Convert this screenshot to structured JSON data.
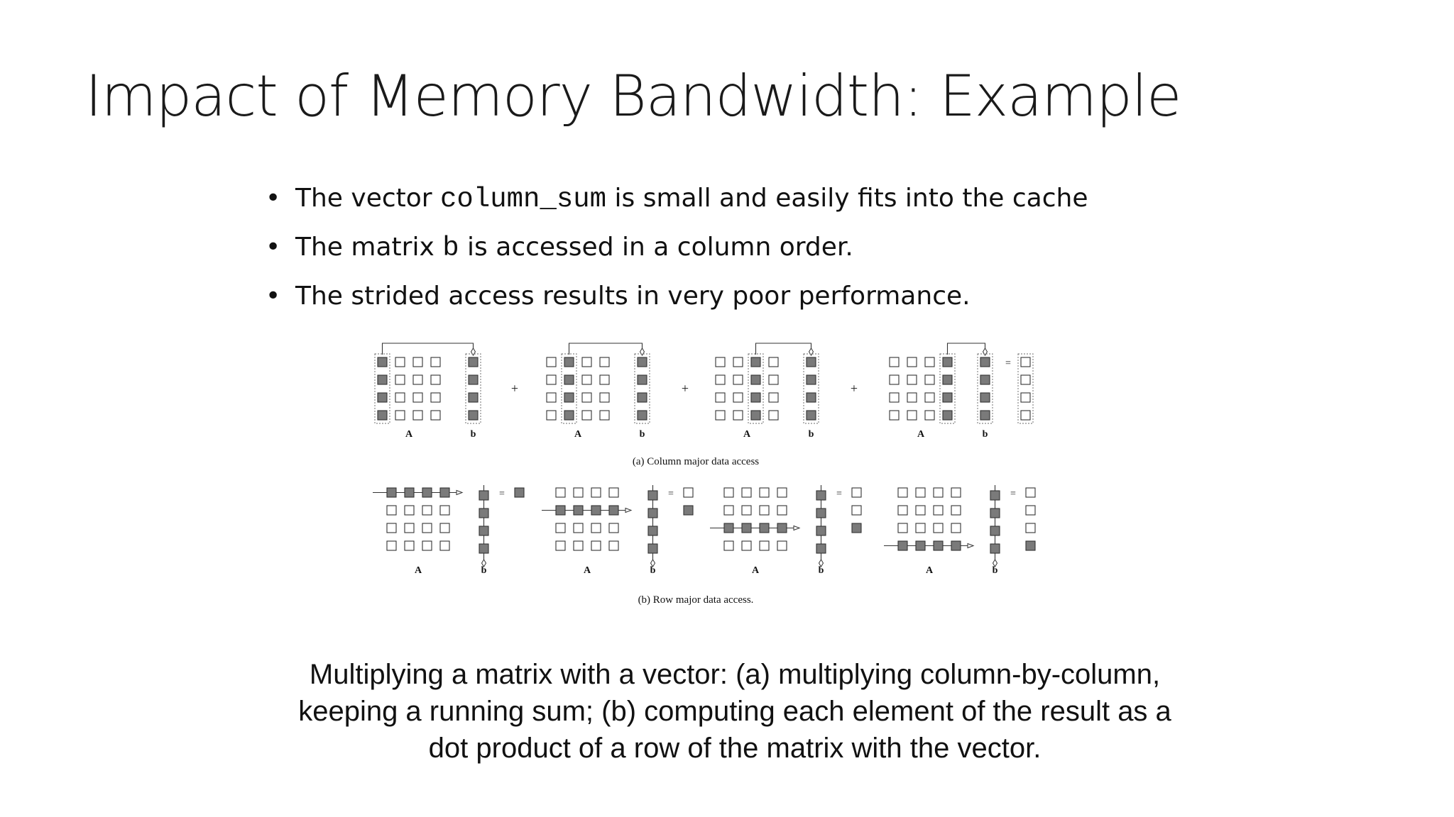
{
  "slide": {
    "title": "Impact of Memory Bandwidth: Example",
    "bullets": [
      {
        "before": "The vector ",
        "code": "column_sum",
        "after": " is small and easily fits into the cache"
      },
      {
        "before": "The matrix ",
        "code": "b",
        "after": " is accessed in a column order."
      },
      {
        "before": "The strided access results in very poor performance.",
        "code": "",
        "after": ""
      }
    ],
    "caption": "Multiplying a matrix with a vector: (a) multiplying column-by-column, keeping a running sum; (b) computing each element of the result as a dot product of a row of the matrix with the vector."
  },
  "figure": {
    "matrix_size": 4,
    "label_matrix": "A",
    "label_vector": "b",
    "plus_sign": "+",
    "equals_sign": "=",
    "caption_a": "(a) Column major data access",
    "caption_b": "(b) Row major data access.",
    "colors": {
      "filled": "#7a7a7a",
      "empty": "#ffffff",
      "stroke": "#333333",
      "dotted": "#888888"
    }
  }
}
